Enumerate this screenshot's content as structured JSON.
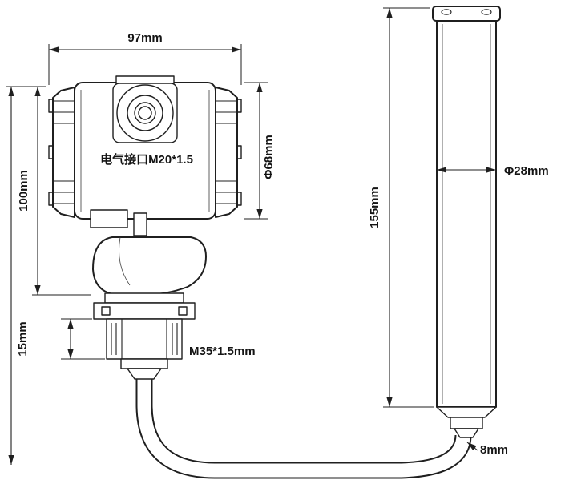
{
  "canvas": {
    "background": "#ffffff",
    "line_color": "#1f1f1f"
  },
  "transmitter": {
    "electrical_port_label": "电气接口M20*1.5",
    "thread_spec_label": "M35*1.5mm",
    "dimensions": {
      "overall_width": "97mm",
      "body_height": "100mm",
      "body_diameter": "Φ68mm",
      "thread_height": "15mm"
    }
  },
  "probe": {
    "dimensions": {
      "length": "155mm",
      "diameter": "Φ28mm",
      "cable_diameter": "8mm"
    }
  }
}
